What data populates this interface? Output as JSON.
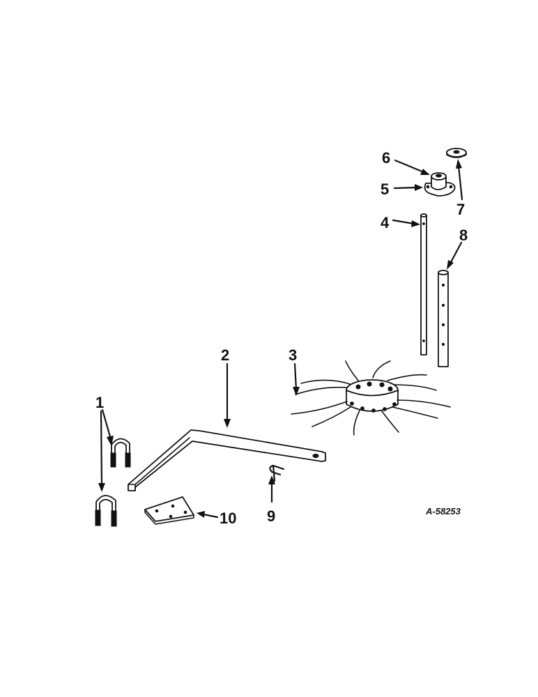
{
  "diagram": {
    "reference_code": "A-58253",
    "callouts": [
      "1",
      "2",
      "3",
      "4",
      "5",
      "6",
      "7",
      "8",
      "9",
      "10"
    ]
  }
}
